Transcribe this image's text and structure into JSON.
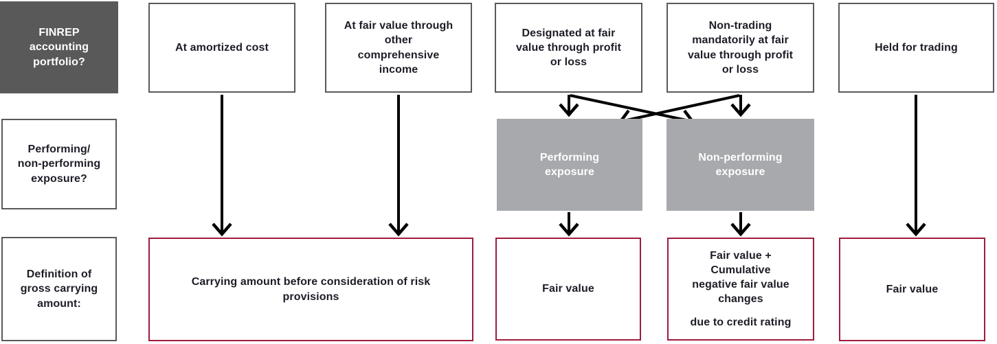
{
  "left_labels": {
    "finrep": "FINREP\naccounting\nportfolio?",
    "exposure": "Performing/\nnon-performing\nexposure?",
    "definition": "Definition of\ngross carrying\namount:"
  },
  "portfolios": {
    "amortized_cost": "At amortized cost",
    "fvoci": "At fair value through\nother\ncomprehensive\nincome",
    "designated_fvtpl": "Designated at fair\nvalue through profit\nor loss",
    "mandatory_fvtpl": "Non-trading\nmandatorily at fair\nvalue through profit\nor loss",
    "held_for_trading": "Held for trading"
  },
  "exposures": {
    "performing": "Performing\nexposure",
    "non_performing": "Non-performing\nexposure"
  },
  "definitions": {
    "carrying_amount": "Carrying amount before consideration of risk\nprovisions",
    "fair_value_performing": "Fair value",
    "fair_value_plus_line1": "Fair value +\nCumulative\nnegative fair value\nchanges",
    "fair_value_plus_line2": "due to credit rating",
    "fair_value_trading": "Fair value"
  },
  "colors": {
    "dark_gray_fill": "#595959",
    "medium_gray_fill": "#a7a9ac",
    "box_border_gray": "#595959",
    "definition_border_crimson": "#9e1b3c",
    "arrow_black": "#000000",
    "text_dark": "#1d1d27",
    "text_white": "#ffffff"
  }
}
